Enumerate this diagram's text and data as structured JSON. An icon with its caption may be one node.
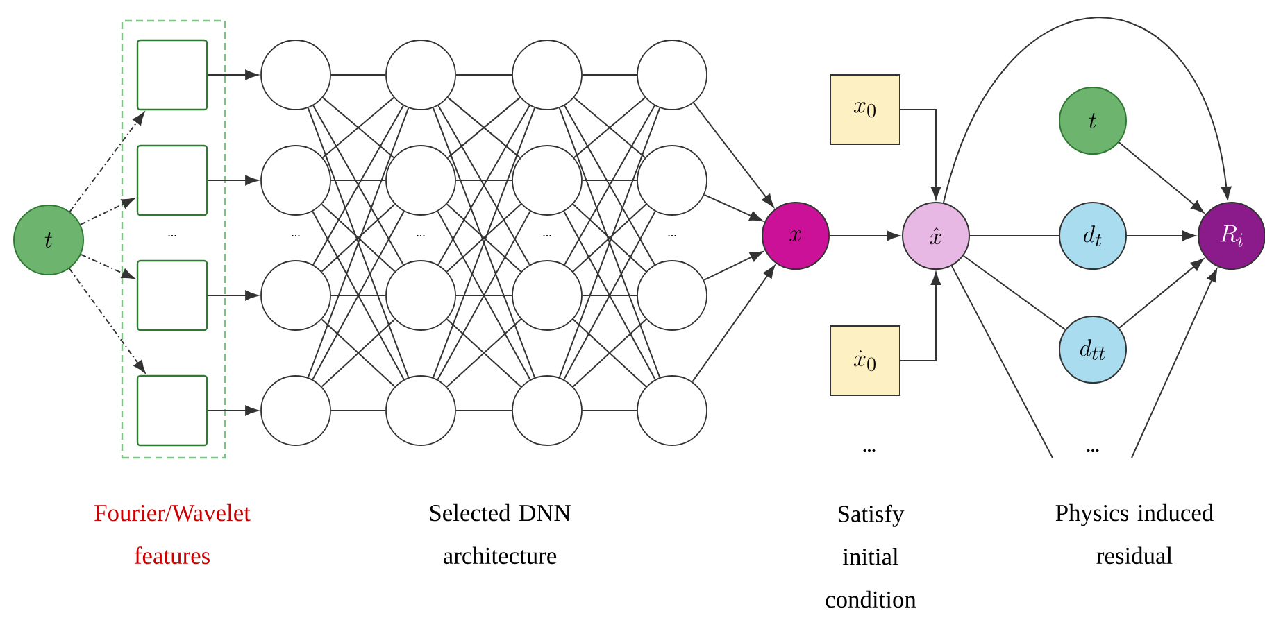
{
  "diagram": {
    "nodes": [
      {
        "text": [
          "t"
        ]
      },
      {
        "text": [],
        "shape": "box"
      },
      {
        "text": [],
        "shape": "box",
        "in": 1
      },
      {
        "text": [],
        "shape": "box",
        "in": 1
      },
      {
        "text": [],
        "shape": "box",
        "in": 1
      },
      {
        "text": [],
        "shape": "box",
        "in": 1
      },
      {
        "text": [],
        "shape": "circle"
      },
      {
        "text": [],
        "shape": "circle"
      },
      {
        "text": [],
        "shape": "circle"
      },
      {
        "text": [],
        "shape": "circle"
      },
      {
        "text": [],
        "shape": "circle"
      },
      {
        "text": [],
        "shape": "circle"
      },
      {
        "text": [],
        "shape": "circle"
      },
      {
        "text": [],
        "shape": "circle"
      },
      {
        "text": [],
        "shape": "circle"
      },
      {
        "text": [],
        "shape": "circle"
      },
      {
        "text": [],
        "shape": "circle"
      },
      {
        "text": [],
        "shape": "circle"
      },
      {
        "text": [],
        "shape": "circle"
      },
      {
        "text": [],
        "shape": "circle"
      },
      {
        "text": [],
        "shape": "circle"
      },
      {
        "text": [],
        "shape": "circle"
      },
      {
        "text": [
          "x"
        ]
      },
      {
        "text": [
          "x_0"
        ]
      },
      {
        "text": [
          "\\hat{x}"
        ]
      },
      {
        "text": [
          "\\dot{x}_0"
        ]
      },
      {
        "text": [
          "t"
        ]
      },
      {
        "text": [
          "d_t"
        ]
      },
      {
        "text": [
          "d_{tt}"
        ]
      },
      {
        "text": [
          "R_i"
        ]
      }
    ],
    "edges": [
      {
        "from": 0,
        "to": 2,
        "arrow": "to",
        "style": "dashed"
      },
      {
        "from": 0,
        "to": 3,
        "arrow": "to",
        "style": "dashed"
      },
      {
        "from": 0,
        "to": 4,
        "arrow": "to",
        "style": "dashed"
      },
      {
        "from": 0,
        "to": 5,
        "arrow": "to",
        "style": "dashed"
      },
      {
        "from": 2,
        "to": 6,
        "arrow": "to"
      },
      {
        "from": 3,
        "to": 7,
        "arrow": "to"
      },
      {
        "from": 4,
        "to": 8,
        "arrow": "to"
      },
      {
        "from": 5,
        "to": 9,
        "arrow": "to"
      },
      {
        "from": 6,
        "to": 10,
        "arrow": "none"
      },
      {
        "from": 6,
        "to": 11,
        "arrow": "none"
      },
      {
        "from": 6,
        "to": 12,
        "arrow": "none"
      },
      {
        "from": 6,
        "to": 13,
        "arrow": "none"
      },
      {
        "from": 7,
        "to": 10,
        "arrow": "none"
      },
      {
        "from": 7,
        "to": 11,
        "arrow": "none"
      },
      {
        "from": 7,
        "to": 12,
        "arrow": "none"
      },
      {
        "from": 7,
        "to": 13,
        "arrow": "none"
      },
      {
        "from": 8,
        "to": 10,
        "arrow": "none"
      },
      {
        "from": 8,
        "to": 11,
        "arrow": "none"
      },
      {
        "from": 8,
        "to": 12,
        "arrow": "none"
      },
      {
        "from": 8,
        "to": 13,
        "arrow": "none"
      },
      {
        "from": 9,
        "to": 10,
        "arrow": "none"
      },
      {
        "from": 9,
        "to": 11,
        "arrow": "none"
      },
      {
        "from": 9,
        "to": 12,
        "arrow": "none"
      },
      {
        "from": 9,
        "to": 13,
        "arrow": "none"
      },
      {
        "from": 10,
        "to": 14,
        "arrow": "none"
      },
      {
        "from": 10,
        "to": 15,
        "arrow": "none"
      },
      {
        "from": 10,
        "to": 16,
        "arrow": "none"
      },
      {
        "from": 10,
        "to": 17,
        "arrow": "none"
      },
      {
        "from": 11,
        "to": 14,
        "arrow": "none"
      },
      {
        "from": 11,
        "to": 15,
        "arrow": "none"
      },
      {
        "from": 11,
        "to": 16,
        "arrow": "none"
      },
      {
        "from": 11,
        "to": 17,
        "arrow": "none"
      },
      {
        "from": 12,
        "to": 14,
        "arrow": "none"
      },
      {
        "from": 12,
        "to": 15,
        "arrow": "none"
      },
      {
        "from": 12,
        "to": 16,
        "arrow": "none"
      },
      {
        "from": 12,
        "to": 17,
        "arrow": "none"
      },
      {
        "from": 13,
        "to": 14,
        "arrow": "none"
      },
      {
        "from": 13,
        "to": 15,
        "arrow": "none"
      },
      {
        "from": 13,
        "to": 16,
        "arrow": "none"
      },
      {
        "from": 13,
        "to": 17,
        "arrow": "none"
      },
      {
        "from": 14,
        "to": 18,
        "arrow": "none"
      },
      {
        "from": 14,
        "to": 19,
        "arrow": "none"
      },
      {
        "from": 14,
        "to": 20,
        "arrow": "none"
      },
      {
        "from": 14,
        "to": 21,
        "arrow": "none"
      },
      {
        "from": 15,
        "to": 18,
        "arrow": "none"
      },
      {
        "from": 15,
        "to": 19,
        "arrow": "none"
      },
      {
        "from": 15,
        "to": 20,
        "arrow": "none"
      },
      {
        "from": 15,
        "to": 21,
        "arrow": "none"
      },
      {
        "from": 16,
        "to": 18,
        "arrow": "none"
      },
      {
        "from": 16,
        "to": 19,
        "arrow": "none"
      },
      {
        "from": 16,
        "to": 20,
        "arrow": "none"
      },
      {
        "from": 16,
        "to": 21,
        "arrow": "none"
      },
      {
        "from": 17,
        "to": 18,
        "arrow": "none"
      },
      {
        "from": 17,
        "to": 19,
        "arrow": "none"
      },
      {
        "from": 17,
        "to": 20,
        "arrow": "none"
      },
      {
        "from": 17,
        "to": 21,
        "arrow": "none"
      },
      {
        "from": 18,
        "to": 22,
        "arrow": "to"
      },
      {
        "from": 19,
        "to": 22,
        "arrow": "to"
      },
      {
        "from": 20,
        "to": 22,
        "arrow": "to"
      },
      {
        "from": 21,
        "to": 22,
        "arrow": "to"
      },
      {
        "from": 22,
        "to": 24,
        "arrow": "to"
      },
      {
        "from": 23,
        "to": 24,
        "arrow": "to"
      },
      {
        "from": 25,
        "to": 24,
        "arrow": "to"
      },
      {
        "from": 24,
        "to": 29,
        "arrow": "to"
      },
      {
        "from": 26,
        "to": 29,
        "arrow": "to"
      },
      {
        "from": 24,
        "to": 27,
        "arrow": "none"
      },
      {
        "from": 27,
        "to": 29,
        "arrow": "to"
      },
      {
        "from": 24,
        "to": 28,
        "arrow": "none"
      },
      {
        "from": 28,
        "to": 29,
        "arrow": "to"
      },
      {
        "from": 24,
        "to": null,
        "arrow": "none"
      },
      {
        "from": null,
        "to": 29,
        "arrow": "to"
      }
    ],
    "labels": [
      "...",
      "...",
      "...",
      "...",
      "...",
      "...",
      "...",
      "Fourier/Wavelet features",
      "Selected DNN architecture",
      "Satisfy initial condition",
      "Physics induced residual"
    ]
  }
}
